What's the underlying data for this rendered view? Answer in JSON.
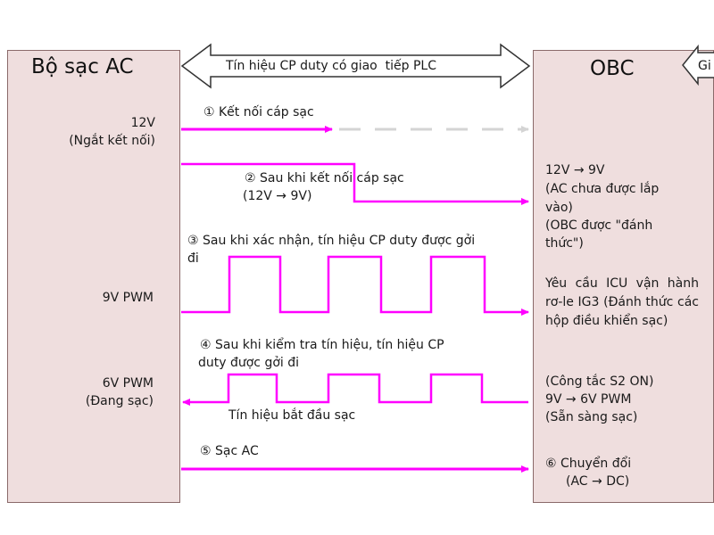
{
  "header": {
    "left_title": "Bộ sạc AC",
    "right_title": "OBC",
    "top_arrow_label": "Tín hiệu CP duty có giao  tiếp PLC",
    "cropped_arrow_label": "Gi"
  },
  "left_labels": {
    "v12": "12V",
    "disconnect": "(Ngắt kết nối)",
    "pwm9": "9V PWM",
    "pwm6": "6V PWM",
    "charging": "(Đang sạc)"
  },
  "steps": {
    "s1": "① Kết nối cáp sạc",
    "s2_line1": "② Sau khi kết nối cáp sạc",
    "s2_line2": "(12V → 9V)",
    "s3_line1": "③ Sau khi xác nhận, tín hiệu CP duty được gởi",
    "s3_line2": "đi",
    "s4_line1": "④ Sau khi kiểm tra tín hiệu, tín hiệu CP",
    "s4_line2": "duty được gởi đi",
    "charge_start": "Tín hiệu bắt đầu sạc",
    "s5": "⑤ Sạc AC"
  },
  "right_labels": {
    "r1_line1": "12V → 9V",
    "r1_line2": "(AC chưa được lắp",
    "r1_line3": "vào)",
    "r1_line4": "(OBC được \"đánh",
    "r1_line5": "thức\")",
    "r2_text": "Yêu cầu ICU vận hành rơ-le IG3 (Đánh thức các hộp điều khiển sạc)",
    "r3_line1": "(Công tắc S2 ON)",
    "r3_line2": "9V → 6V PWM",
    "r3_line3": "(Sẵn sàng sạc)",
    "r4_line1": "⑥ Chuyển đổi",
    "r4_line2": "(AC → DC)"
  },
  "colors": {
    "signal": "#ff00ff",
    "dashed": "#d4d4d4",
    "panel": "#efdede"
  }
}
